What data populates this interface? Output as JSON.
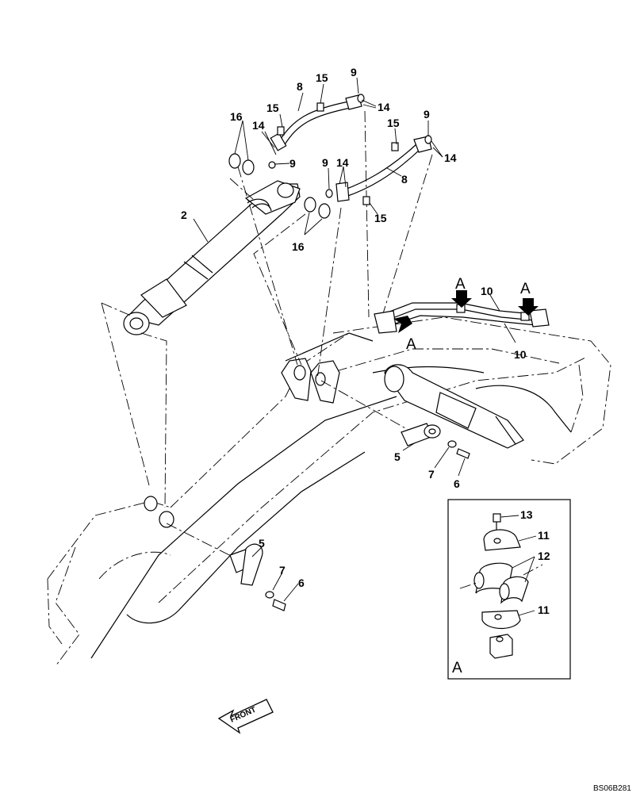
{
  "callouts": {
    "c2": "2",
    "c5a": "5",
    "c5b": "5",
    "c6a": "6",
    "c6b": "6",
    "c7a": "7",
    "c7b": "7",
    "c8a": "8",
    "c8b": "8",
    "c9a": "9",
    "c9b": "9",
    "c9c": "9",
    "c9d": "9",
    "c10a": "10",
    "c10b": "10",
    "c11a": "11",
    "c11b": "11",
    "c12": "12",
    "c13": "13",
    "c14a": "14",
    "c14b": "14",
    "c14c": "14",
    "c14d": "14",
    "c15a": "15",
    "c15b": "15",
    "c15c": "15",
    "c15d": "15",
    "c16a": "16",
    "c16b": "16"
  },
  "view_markers": {
    "a1": "A",
    "a2": "A",
    "a3": "A",
    "detail": "A"
  },
  "front_label": "FRONT",
  "drawing_code": "BS06B281"
}
